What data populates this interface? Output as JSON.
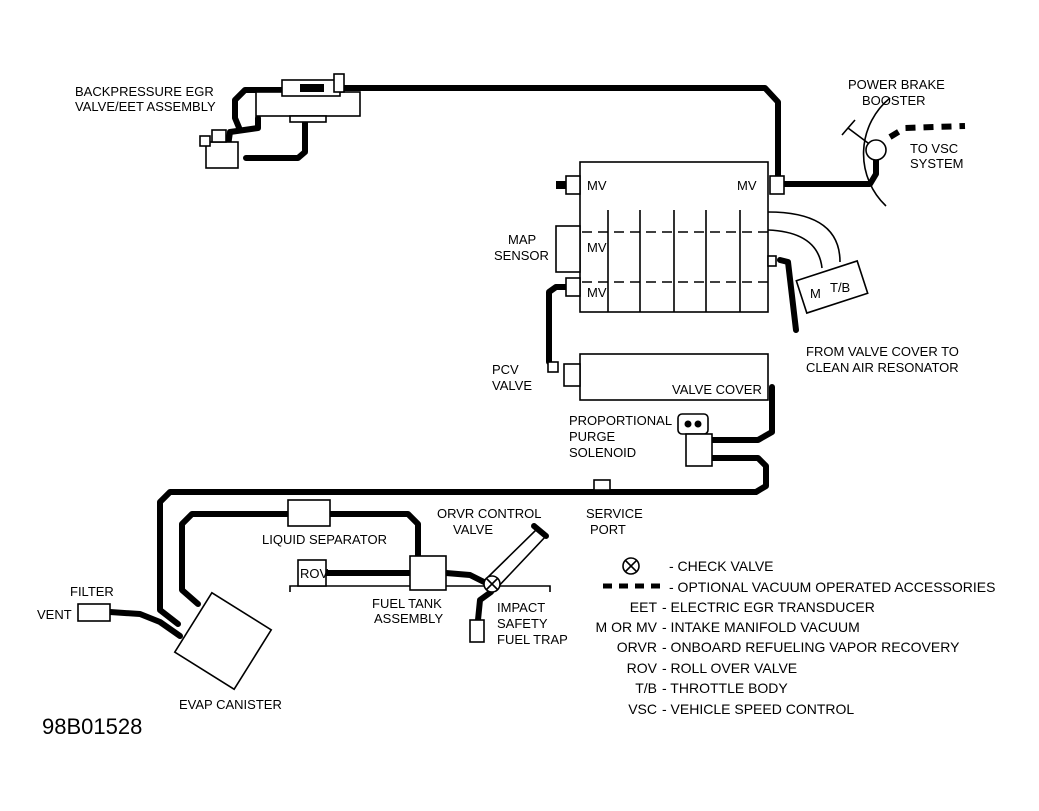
{
  "labels": {
    "backpressure_egr_1": "BACKPRESSURE EGR",
    "backpressure_egr_2": "VALVE/EET ASSEMBLY",
    "power_brake_1": "POWER BRAKE",
    "power_brake_2": "BOOSTER",
    "to_vsc_1": "TO VSC",
    "to_vsc_2": "SYSTEM",
    "mv_top_left": "MV",
    "mv_top_right": "MV",
    "mv_middle": "MV",
    "mv_bottom": "MV",
    "map_sensor_1": "MAP",
    "map_sensor_2": "SENSOR",
    "m": "M",
    "tb": "T/B",
    "from_valve_cover_1": "FROM VALVE COVER TO",
    "from_valve_cover_2": "CLEAN AIR RESONATOR",
    "pcv_1": "PCV",
    "pcv_2": "VALVE",
    "valve_cover": "VALVE COVER",
    "purge_1": "PROPORTIONAL",
    "purge_2": "PURGE",
    "purge_3": "SOLENOID",
    "service_1": "SERVICE",
    "service_2": "PORT",
    "liquid_separator": "LIQUID SEPARATOR",
    "orvr_1": "ORVR CONTROL",
    "orvr_2": "VALVE",
    "rov": "ROV",
    "fuel_tank_1": "FUEL TANK",
    "fuel_tank_2": "ASSEMBLY",
    "impact_1": "IMPACT",
    "impact_2": "SAFETY",
    "impact_3": "FUEL TRAP",
    "filter": "FILTER",
    "vent": "VENT",
    "evap": "EVAP  CANISTER",
    "figure_id": "98B01528"
  },
  "legend": [
    {
      "key": "",
      "text": "- CHECK VALVE",
      "symbol": "check-valve"
    },
    {
      "key": "",
      "text": "- OPTIONAL VACUUM OPERATED ACCESSORIES",
      "symbol": "dashed-line"
    },
    {
      "key": "EET",
      "text": "- ELECTRIC EGR TRANSDUCER"
    },
    {
      "key": "M OR MV",
      "text": "- INTAKE MANIFOLD VACUUM"
    },
    {
      "key": "ORVR",
      "text": "- ONBOARD REFUELING VAPOR RECOVERY"
    },
    {
      "key": "ROV",
      "text": "- ROLL OVER VALVE"
    },
    {
      "key": "T/B",
      "text": "- THROTTLE BODY"
    },
    {
      "key": "VSC",
      "text": "- VEHICLE SPEED CONTROL"
    }
  ]
}
